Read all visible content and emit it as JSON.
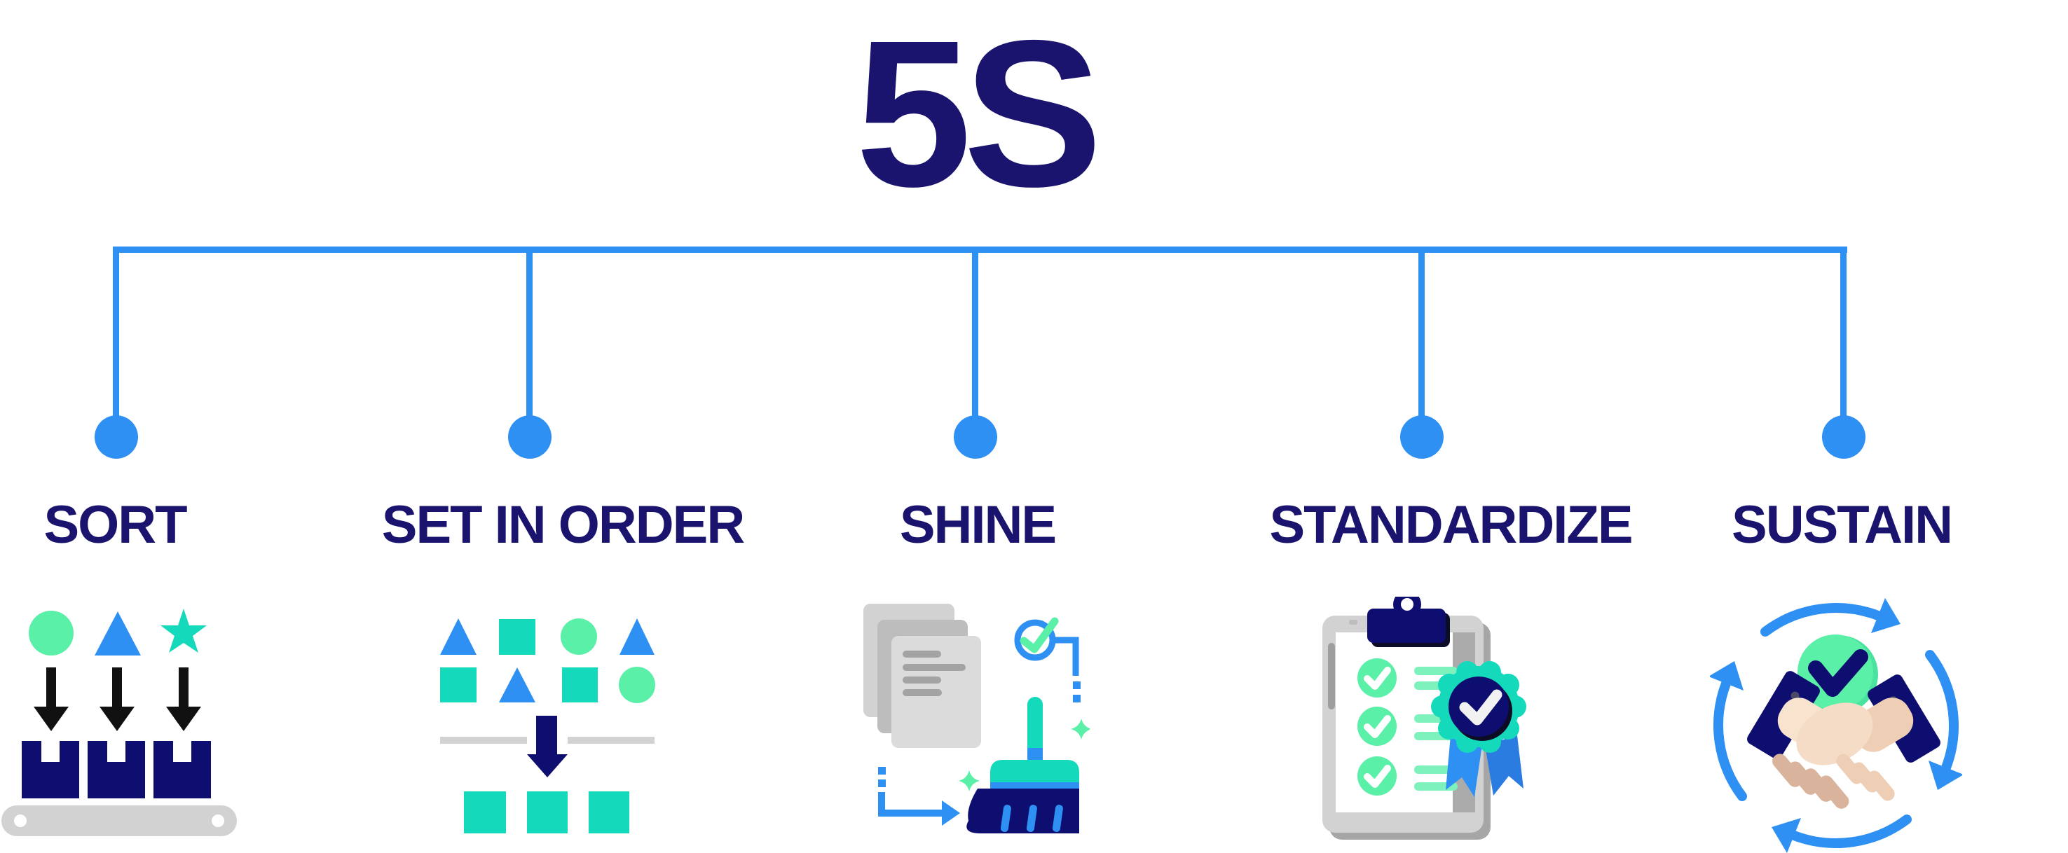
{
  "title": "5S",
  "columns": [
    {
      "label": "SORT",
      "icon": "sort-icon"
    },
    {
      "label": "SET IN ORDER",
      "icon": "set-in-order-icon"
    },
    {
      "label": "SHINE",
      "icon": "shine-icon"
    },
    {
      "label": "STANDARDIZE",
      "icon": "standardize-icon"
    },
    {
      "label": "SUSTAIN",
      "icon": "sustain-icon"
    }
  ],
  "colors": {
    "ink-navy": "#1a146e",
    "connector-blue": "#2e90f2",
    "icon-navy": "#0e0e70",
    "mint-green": "#5bf0a8",
    "mint-light": "#7df2bd",
    "teal": "#14d9ba",
    "arrow-black": "#111111",
    "gray-light": "#d2d2d2",
    "gray-mid": "#bdbdbd",
    "gray-dark": "#a3a3a3",
    "white": "#ffffff",
    "skin-light": "#f8e3cf",
    "skin-tan": "#eecfb6",
    "skin-dark": "#d9b39b",
    "ribbon-dark-blue": "#2a7ce0"
  }
}
